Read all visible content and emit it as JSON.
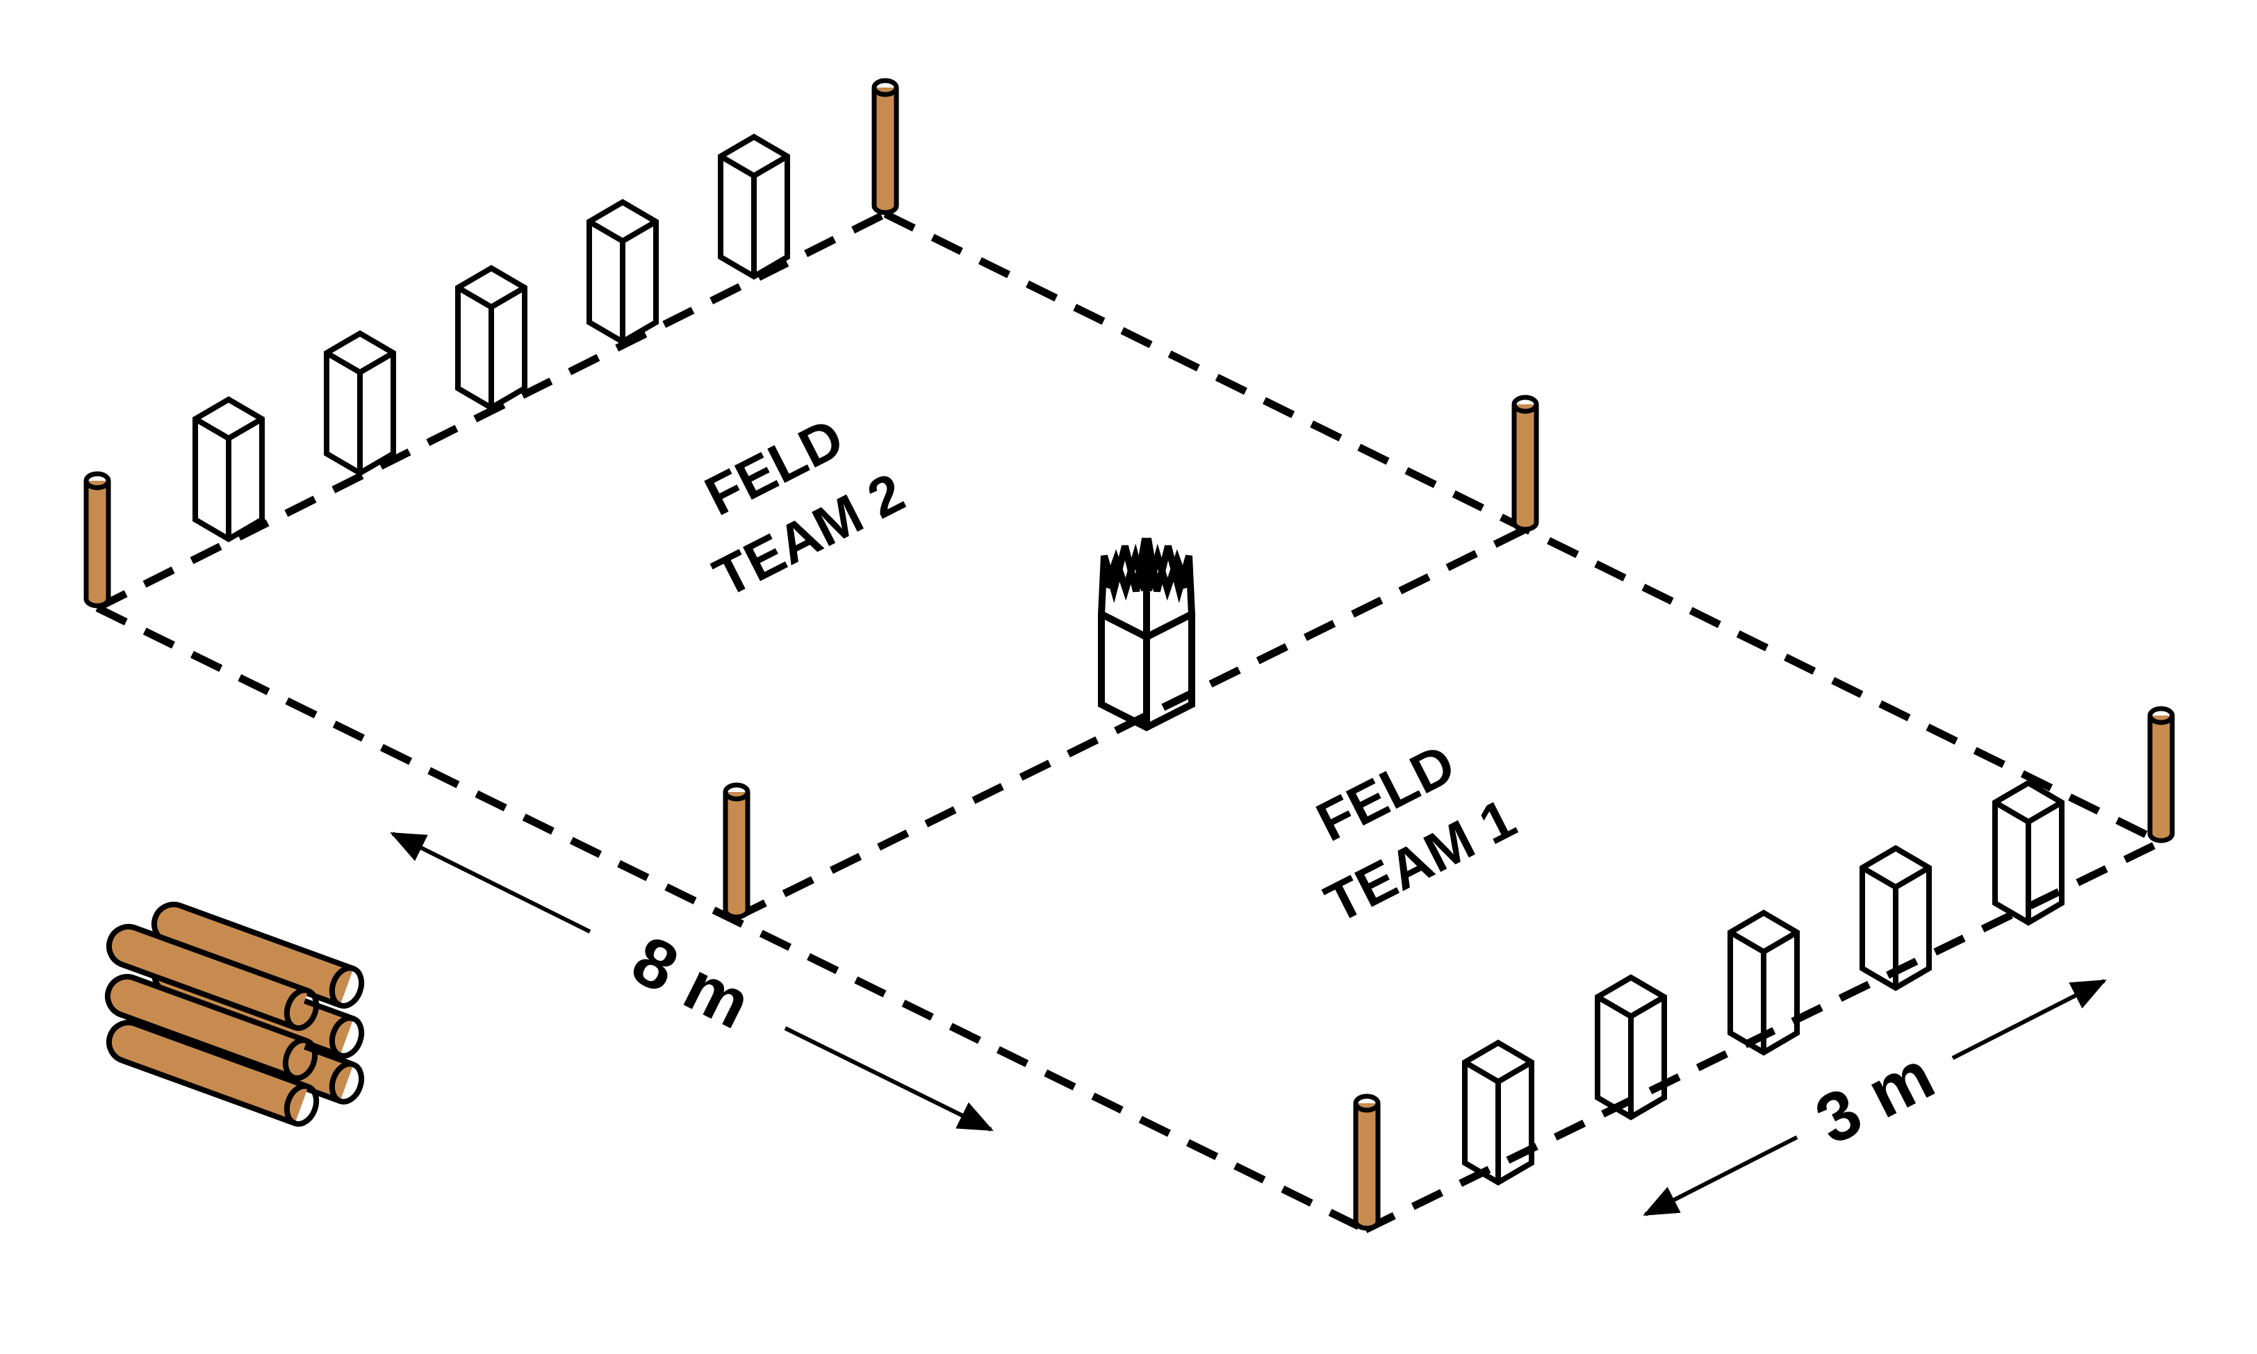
{
  "diagram": {
    "type": "kubb-field-setup",
    "labels": {
      "team2_line1": "FELD",
      "team2_line2": "TEAM 2",
      "team1_line1": "FELD",
      "team1_line2": "TEAM 1",
      "dim_long": "8 m",
      "dim_short": "3 m"
    },
    "counts": {
      "baseline_kubbs_per_team": 5,
      "kings": 1,
      "boundary_stakes": 6,
      "throwing_sticks": 6
    },
    "dimensions": {
      "field_length": "8 m",
      "half_field_width": "3 m"
    },
    "colors": {
      "wood": "#C78B4F",
      "line": "#000000",
      "background": "#FFFFFF"
    }
  }
}
